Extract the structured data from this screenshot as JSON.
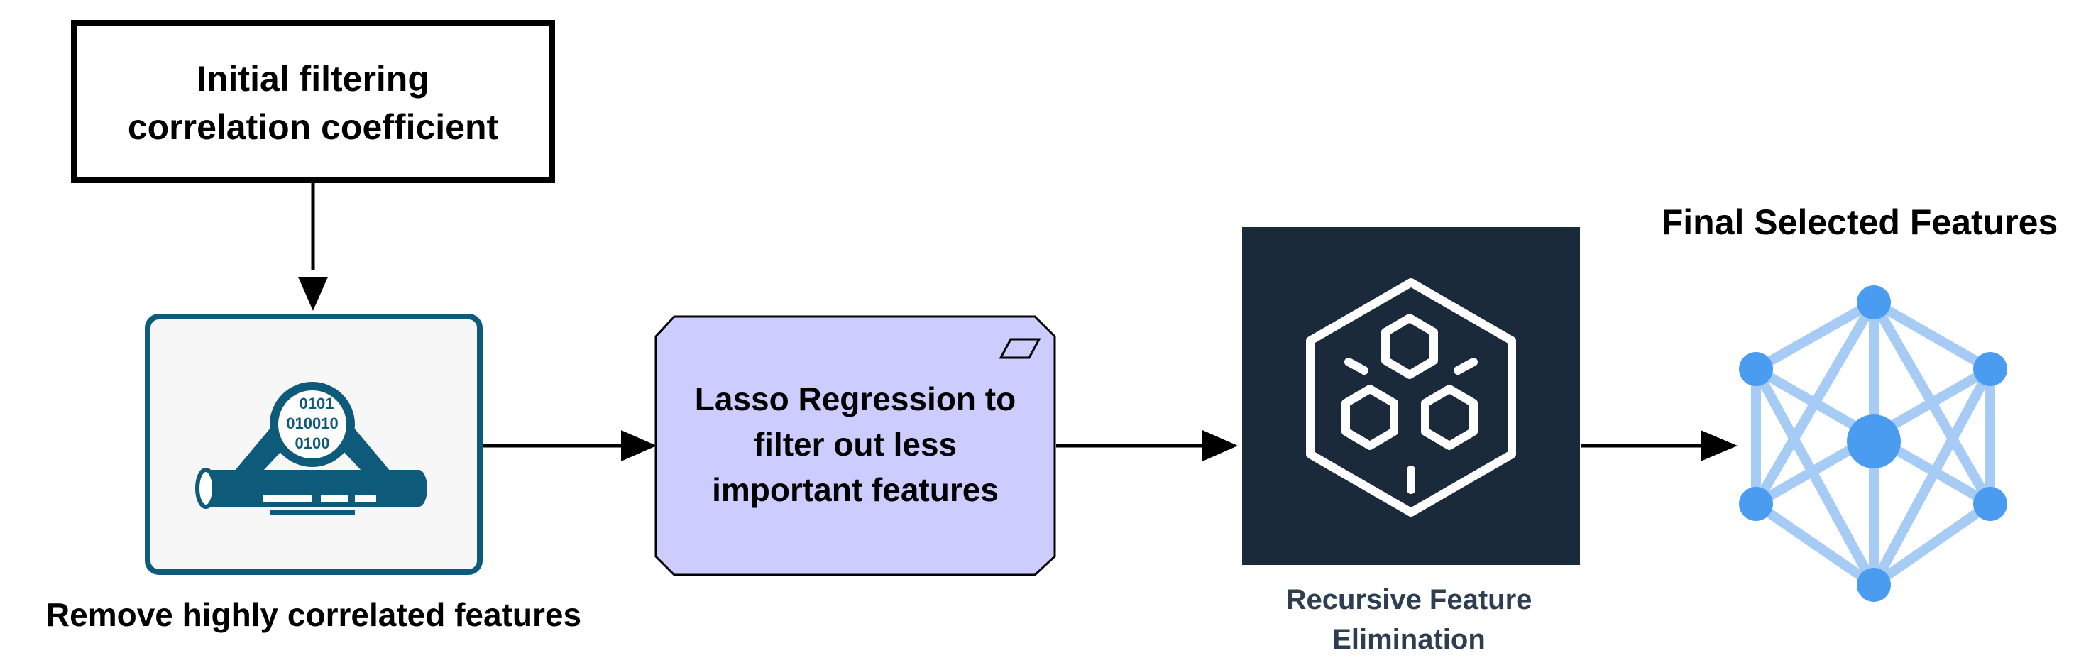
{
  "diagram": {
    "filter_box": {
      "line1": "Initial filtering",
      "line2": "correlation coefficient"
    },
    "remove_step": {
      "caption": "Remove highly correlated features",
      "icon": "data-pipeline-magnifier-icon",
      "binary_row1": "0101",
      "binary_row2": "010010",
      "binary_row3": "0100"
    },
    "lasso_step": {
      "line1": "Lasso Regression to",
      "line2": "filter out less",
      "line3": "important features",
      "corner_icon": "parallelogram-icon"
    },
    "rfe_step": {
      "line1": "Recursive Feature",
      "line2": "Elimination",
      "icon": "hexagon-cube-icon"
    },
    "final_step": {
      "title": "Final Selected Features",
      "icon": "network-graph-icon"
    }
  },
  "colors": {
    "dark_blue": "#0e5a7a",
    "tile_bg": "#f7f7f7",
    "lasso_fill": "#ccccff",
    "rfe_bg": "#1b2a3a",
    "rfe_caption": "#2d3e50",
    "network_light": "#a6cbf5",
    "network_node": "#4a9cf0"
  }
}
